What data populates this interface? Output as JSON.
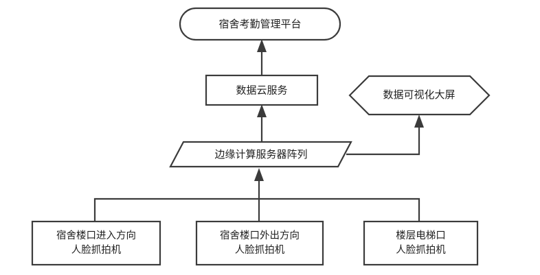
{
  "diagram": {
    "type": "flowchart",
    "direction": "bottom-up",
    "background_color": "#ffffff",
    "stroke_color": "#3b3b3b",
    "text_color": "#1f1f1f",
    "nodes": {
      "platform": {
        "label": "宿舍考勤管理平台",
        "shape": "stadium"
      },
      "cloud_service": {
        "label": "数据云服务",
        "shape": "rectangle"
      },
      "visualization": {
        "label": "数据可视化大屏",
        "shape": "hexagon"
      },
      "edge_server": {
        "label": "边缘计算服务器阵列",
        "shape": "parallelogram"
      },
      "camera_in": {
        "line1": "宿舍楼口进入方向",
        "line2": "人脸抓拍机",
        "shape": "rectangle"
      },
      "camera_out": {
        "line1": "宿舍楼口外出方向",
        "line2": "人脸抓拍机",
        "shape": "rectangle"
      },
      "camera_elevator": {
        "line1": "楼层电梯口",
        "line2": "人脸抓拍机",
        "shape": "rectangle"
      }
    },
    "edges": [
      {
        "from": "cloud_service",
        "to": "platform",
        "arrow": "up"
      },
      {
        "from": "edge_server",
        "to": "cloud_service",
        "arrow": "up"
      },
      {
        "from": "edge_server",
        "to": "visualization",
        "arrow": "up"
      },
      {
        "from": "camera_in",
        "to": "edge_server",
        "arrow": "up"
      },
      {
        "from": "camera_out",
        "to": "edge_server",
        "arrow": "up"
      },
      {
        "from": "camera_elevator",
        "to": "edge_server",
        "arrow": "up"
      }
    ]
  }
}
